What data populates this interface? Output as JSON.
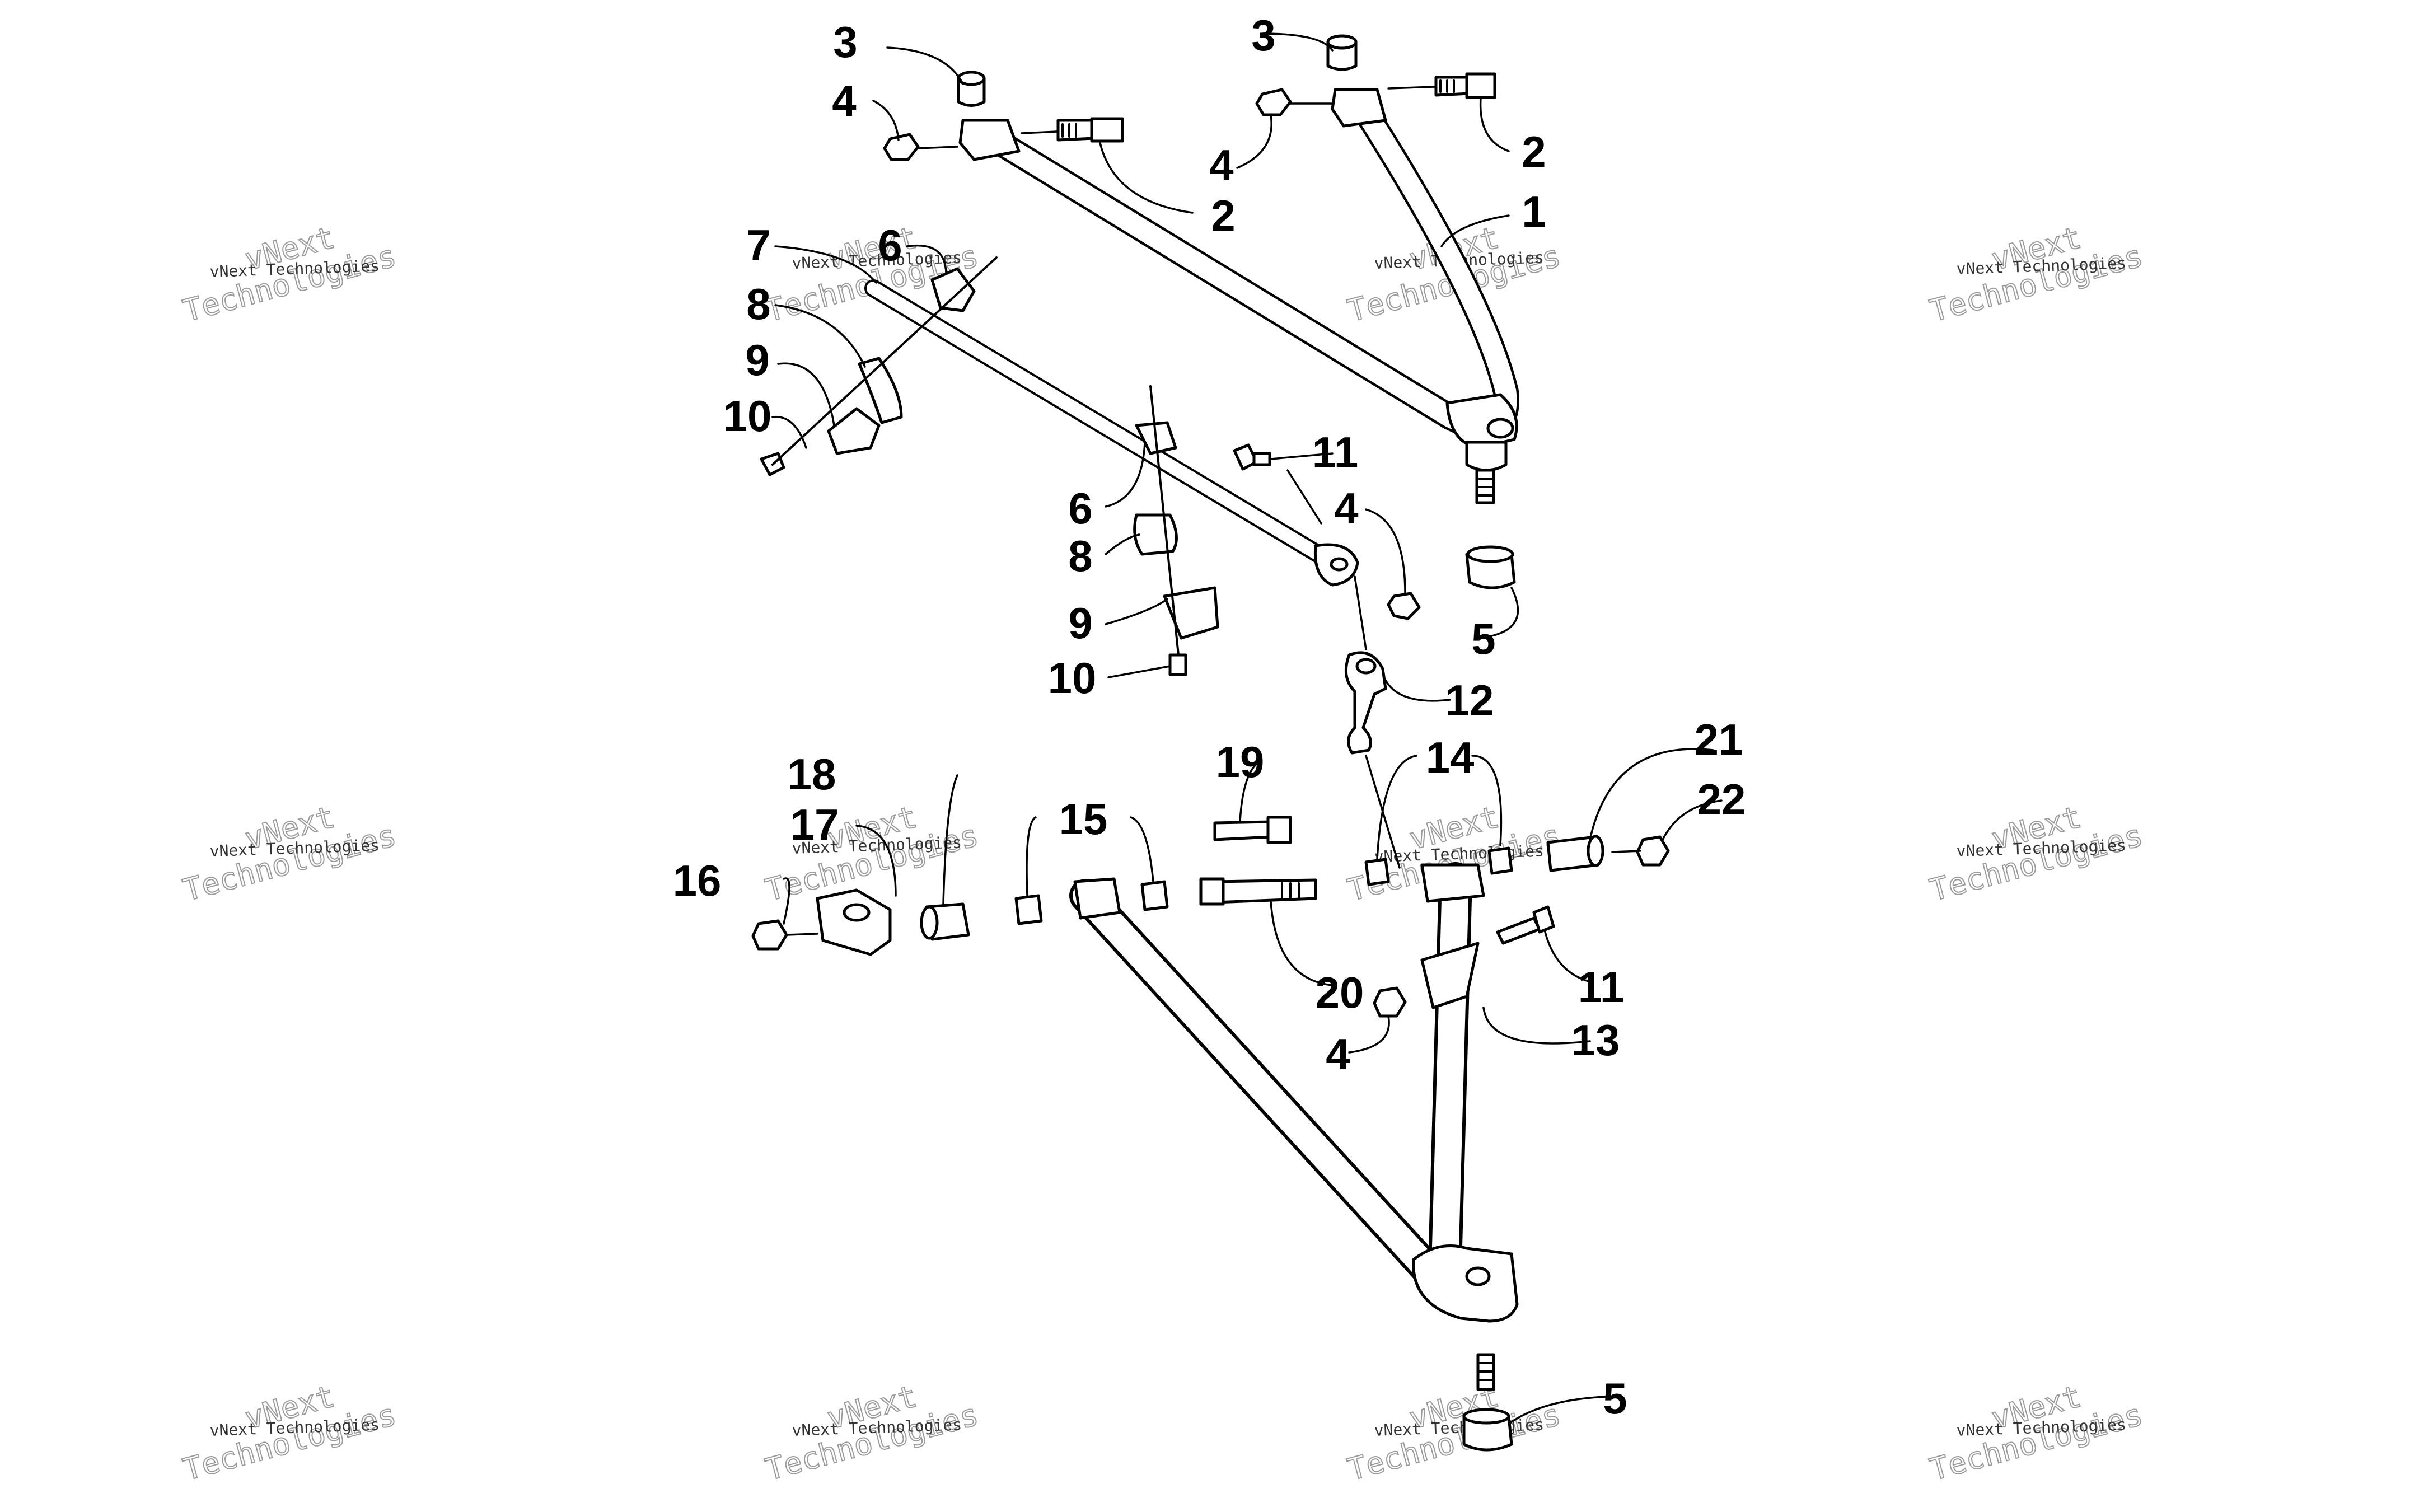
{
  "callouts": {
    "c1": "1",
    "c2a": "2",
    "c2b": "2",
    "c3a": "3",
    "c3b": "3",
    "c4a": "4",
    "c4b": "4",
    "c4c": "4",
    "c4d": "4",
    "c5a": "5",
    "c5b": "5",
    "c6a": "6",
    "c6b": "6",
    "c7": "7",
    "c8a": "8",
    "c8b": "8",
    "c9a": "9",
    "c9b": "9",
    "c10a": "10",
    "c10b": "10",
    "c11a": "11",
    "c11b": "11",
    "c12": "12",
    "c13": "13",
    "c14": "14",
    "c15": "15",
    "c16": "16",
    "c17": "17",
    "c18": "18",
    "c19": "19",
    "c20": "20",
    "c21": "21",
    "c22": "22"
  },
  "watermark": {
    "small": "vNext Technologies",
    "big_top": "vNext",
    "big_bottom": "Technologies"
  },
  "colors": {
    "line": "#000000",
    "background": "#ffffff",
    "watermark": "#9a9a9a"
  }
}
